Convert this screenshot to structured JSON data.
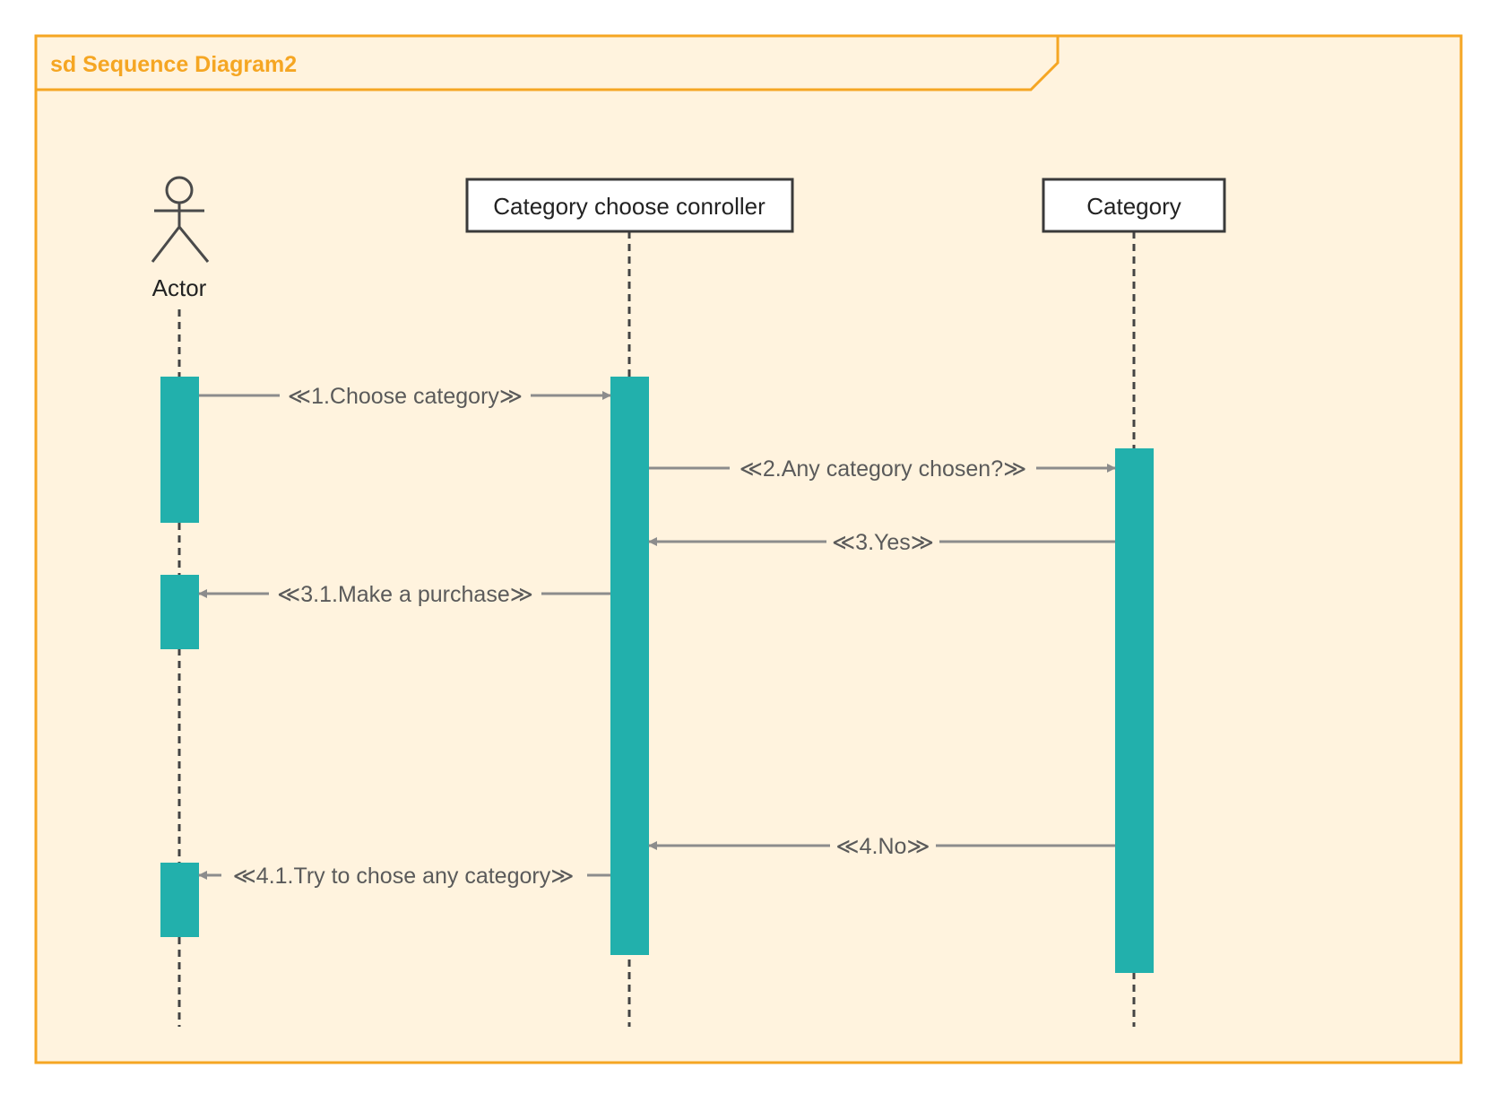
{
  "frame": {
    "title": "sd Sequence Diagram2"
  },
  "participants": {
    "actor": {
      "label": "Actor"
    },
    "controller": {
      "label": "Category choose conroller"
    },
    "category": {
      "label": "Category"
    }
  },
  "messages": [
    {
      "label": "≪1.Choose category≫",
      "from": "actor",
      "to": "controller"
    },
    {
      "label": "≪2.Any category chosen?≫",
      "from": "controller",
      "to": "category"
    },
    {
      "label": "≪3.Yes≫",
      "from": "category",
      "to": "controller"
    },
    {
      "label": "≪3.1.Make a purchase≫",
      "from": "controller",
      "to": "actor"
    },
    {
      "label": "≪4.No≫",
      "from": "category",
      "to": "controller"
    },
    {
      "label": "≪4.1.Try  to chose any category≫",
      "from": "controller",
      "to": "actor"
    }
  ],
  "colors": {
    "frame_border": "#F5A623",
    "frame_fill": "#FFF3DE",
    "activation": "#22B0AC",
    "arrow": "#8C8C8C",
    "lifeline": "#444444"
  }
}
